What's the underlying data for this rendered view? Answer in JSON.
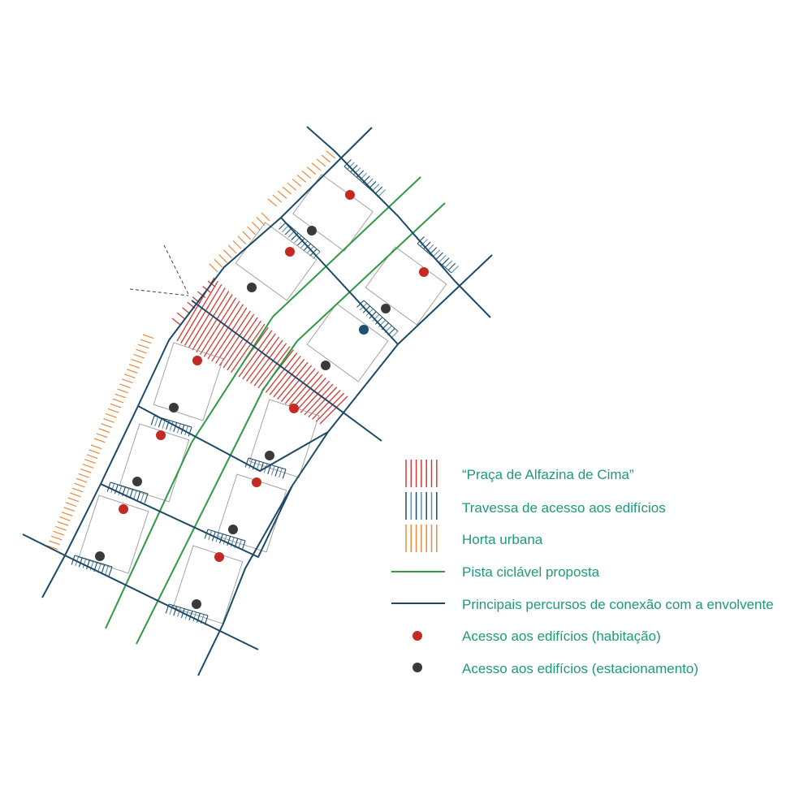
{
  "colors": {
    "plaza": "#d23b35",
    "passage_navy": "#1c4a66",
    "passage_blue": "#5b8fb0",
    "garden": "#e8893a",
    "bike": "#2e9a46",
    "road": "#1c4a66",
    "dot_housing": "#c42a24",
    "dot_parking": "#3a3a3a",
    "dot_mid": "#1d4f6e",
    "building": "#9a9a9a",
    "text": "#1e9a78",
    "annotation": "#444444"
  },
  "legend": {
    "plaza": "“Praça de Alfazina de Cima”",
    "passage": "Travessa de acesso aos edifícios",
    "garden": "Horta urbana",
    "bike": "Pista ciclável proposta",
    "road": "Principais percursos de conexão com a envolvente",
    "housing": "Acesso aos edifícios (habitação)",
    "parking": "Acesso aos edifícios (estacionamento)"
  }
}
